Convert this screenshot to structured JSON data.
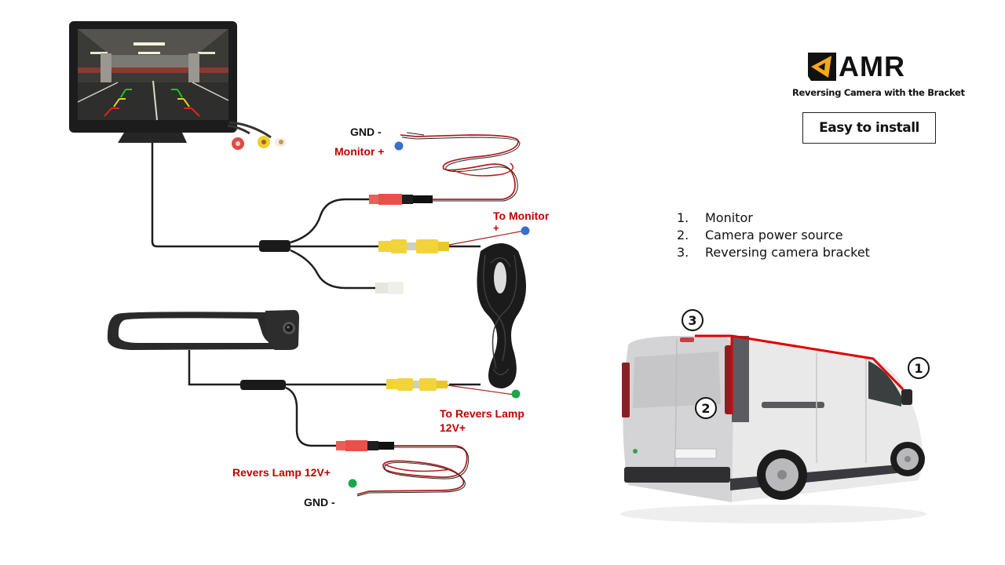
{
  "brand": {
    "name": "AMR",
    "subtitle": "Reversing Camera with the Bracket",
    "logo_color": "#f4a81d",
    "badge": "Easy to install"
  },
  "legend": {
    "items": [
      {
        "num": "1.",
        "label": "Monitor"
      },
      {
        "num": "2.",
        "label": "Camera power source"
      },
      {
        "num": "3.",
        "label": "Reversing camera bracket"
      }
    ]
  },
  "wiring": {
    "monitor_gnd": "GND -",
    "monitor_plus": "Monitor +",
    "to_monitor_line1": "To Monitor",
    "to_monitor_line2": "+",
    "to_revers_line1": "To Revers Lamp",
    "to_revers_line2": "12V+",
    "revers_lamp": "Revers Lamp 12V+",
    "revers_gnd": "GND -"
  },
  "van": {
    "callouts": [
      "1",
      "2",
      "3"
    ],
    "route_color": "#e00000"
  },
  "colors": {
    "label_red": "#c00000",
    "dot_blue": "#3a6fc9",
    "dot_green": "#1aa84a",
    "rca_yellow": "#f2d33a",
    "rca_red": "#e8504a"
  }
}
